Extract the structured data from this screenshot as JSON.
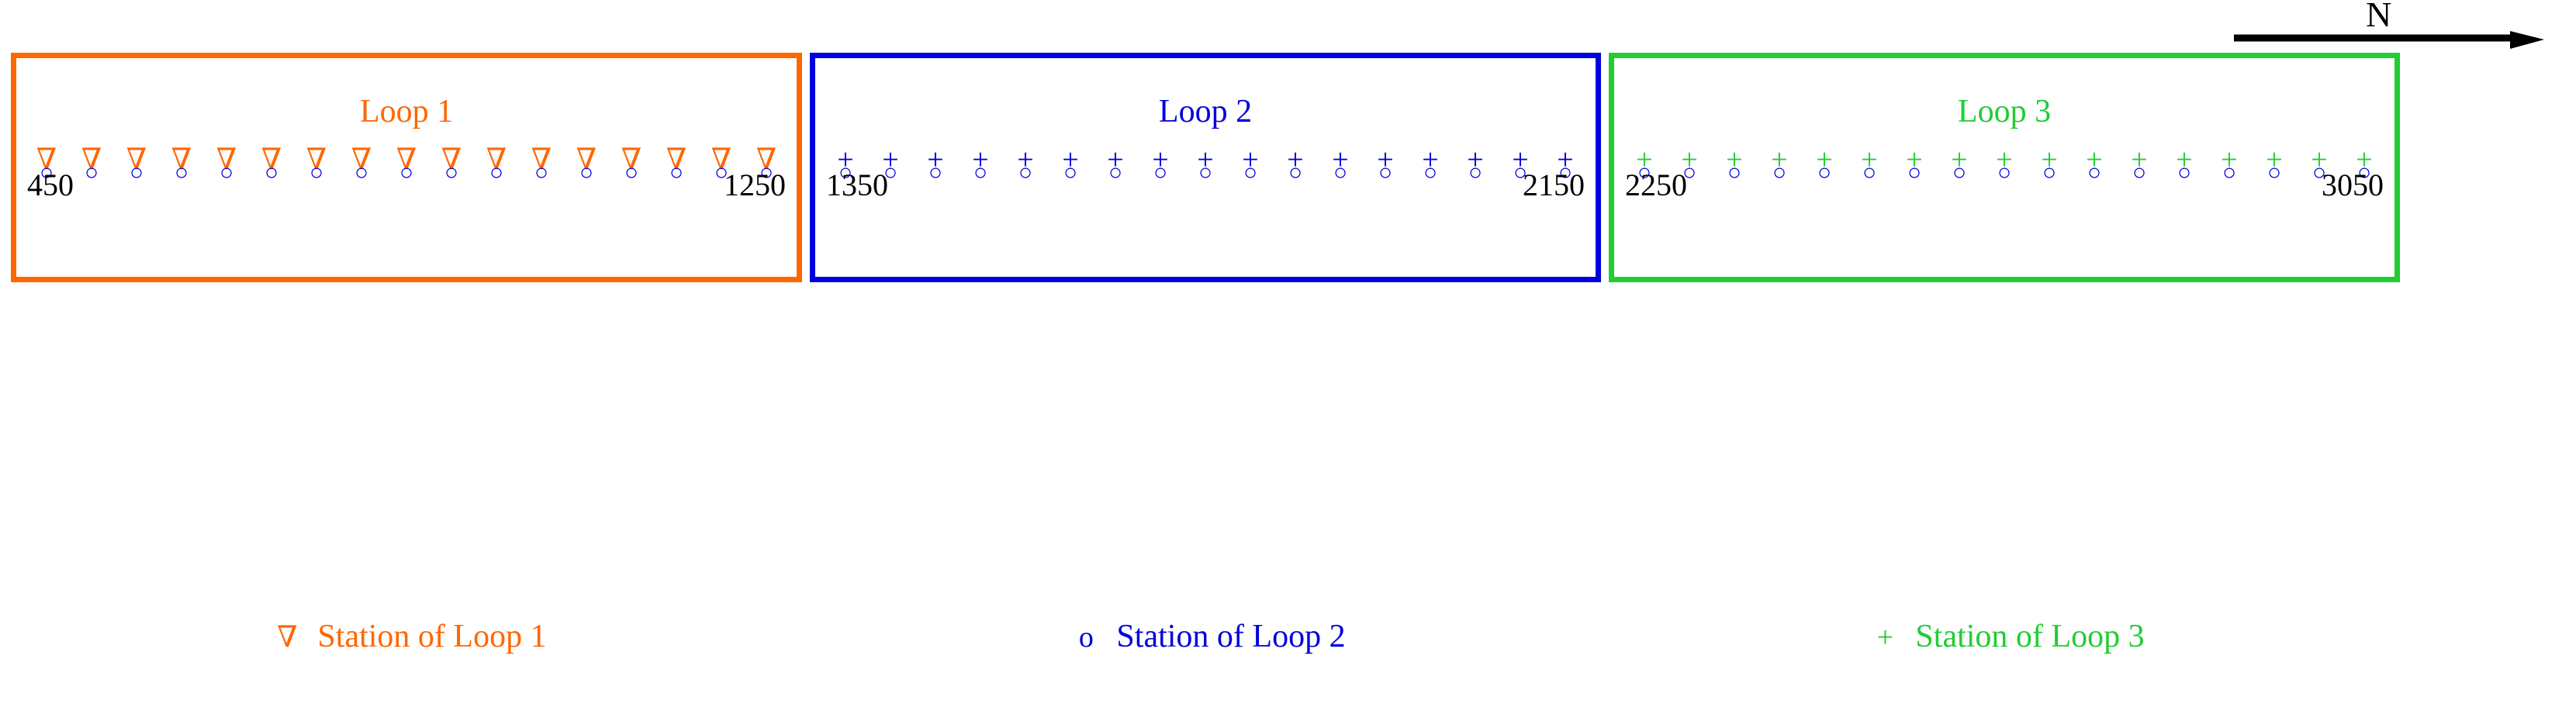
{
  "compass": {
    "label": "N",
    "icon": "north-arrow-icon",
    "direction": "east"
  },
  "colors": {
    "loop1": "#FF6600",
    "loop2": "#0000DD",
    "loop3": "#22CC33",
    "text": "#000000",
    "background": "#FFFFFF"
  },
  "loops": [
    {
      "id": "loop1",
      "title": "Loop 1",
      "color": "#FF6600",
      "start_label": "450",
      "end_label": "1250",
      "station_count": 17,
      "marker_top": "∇",
      "marker_top_name": "down-triangle-icon",
      "marker_bottom": "○",
      "marker_bottom_name": "circle-icon"
    },
    {
      "id": "loop2",
      "title": "Loop 2",
      "color": "#0000DD",
      "start_label": "1350",
      "end_label": "2150",
      "station_count": 17,
      "marker_top": "+",
      "marker_top_name": "plus-icon",
      "marker_bottom": "○",
      "marker_bottom_name": "circle-icon"
    },
    {
      "id": "loop3",
      "title": "Loop 3",
      "color": "#22CC33",
      "start_label": "2250",
      "end_label": "3050",
      "station_count": 17,
      "marker_top": "+",
      "marker_top_name": "plus-icon",
      "marker_bottom": "○",
      "marker_bottom_name": "circle-icon"
    }
  ],
  "legend": [
    {
      "glyph": "∇",
      "glyph_name": "down-triangle-icon",
      "text": "Station of Loop 1",
      "color": "#FF6600"
    },
    {
      "glyph": "o",
      "glyph_name": "circle-icon",
      "text": "Station of Loop 2",
      "color": "#0000DD"
    },
    {
      "glyph": "+",
      "glyph_name": "plus-icon",
      "text": "Station of Loop 3",
      "color": "#22CC33"
    }
  ]
}
